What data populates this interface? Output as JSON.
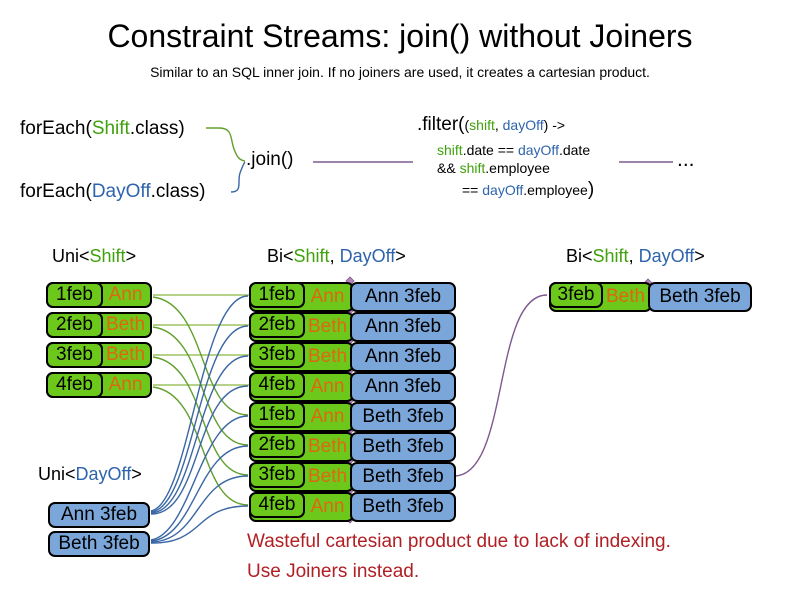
{
  "title": "Constraint Streams: join() without Joiners",
  "subtitle": "Similar to an SQL inner join. If no joiners are used, it creates a cartesian product.",
  "code": {
    "foreach_shift": {
      "pre": "forEach(",
      "type": "Shift",
      "post": ".class)"
    },
    "foreach_dayoff": {
      "pre": "forEach(",
      "type": "DayOff",
      "post": ".class)"
    },
    "join": ".join()",
    "filter": {
      "head": ".filter(",
      "args_open": "(",
      "arg1": "shift",
      "args_sep": ", ",
      "arg2": "dayOff",
      "args_close": ") ->",
      "l2_s1": "shift",
      "l2_s2": ".date == ",
      "l2_s3": "dayOff",
      "l2_s4": ".date",
      "l3_s1": "&& ",
      "l3_s2": "shift",
      "l3_s3": ".employee",
      "l4_s1": "== ",
      "l4_s2": "dayOff",
      "l4_s3": ".employee",
      "l4_close": ")"
    },
    "ellipsis": "..."
  },
  "headers": {
    "uni_shift": {
      "pre": "Uni<",
      "type": "Shift",
      "post": ">"
    },
    "bi_mid": {
      "pre": "Bi<",
      "type1": "Shift",
      "sep": ", ",
      "type2": "DayOff",
      "post": ">"
    },
    "bi_right": {
      "pre": "Bi<",
      "type1": "Shift",
      "sep": ", ",
      "type2": "DayOff",
      "post": ">"
    },
    "uni_dayoff": {
      "pre": "Uni<",
      "type": "DayOff",
      "post": ">"
    }
  },
  "uni_shift_rows": [
    {
      "date": "1feb",
      "employee": "Ann"
    },
    {
      "date": "2feb",
      "employee": "Beth"
    },
    {
      "date": "3feb",
      "employee": "Beth"
    },
    {
      "date": "4feb",
      "employee": "Ann"
    }
  ],
  "uni_dayoff_rows": [
    {
      "label": "Ann 3feb"
    },
    {
      "label": "Beth 3feb"
    }
  ],
  "bi_rows": [
    {
      "date": "1feb",
      "employee": "Ann",
      "dayoff": "Ann 3feb"
    },
    {
      "date": "2feb",
      "employee": "Beth",
      "dayoff": "Ann 3feb"
    },
    {
      "date": "3feb",
      "employee": "Beth",
      "dayoff": "Ann 3feb"
    },
    {
      "date": "4feb",
      "employee": "Ann",
      "dayoff": "Ann 3feb"
    },
    {
      "date": "1feb",
      "employee": "Ann",
      "dayoff": "Beth 3feb"
    },
    {
      "date": "2feb",
      "employee": "Beth",
      "dayoff": "Beth 3feb"
    },
    {
      "date": "3feb",
      "employee": "Beth",
      "dayoff": "Beth 3feb"
    },
    {
      "date": "4feb",
      "employee": "Ann",
      "dayoff": "Beth 3feb"
    }
  ],
  "bi_right_rows": [
    {
      "date": "3feb",
      "employee": "Beth",
      "dayoff": "Beth 3feb"
    }
  ],
  "note": {
    "line1": "Wasteful cartesian product due to lack of indexing.",
    "line2": "Use Joiners instead."
  },
  "colors": {
    "shift_green_fill": "#6cc91c",
    "dayoff_blue_fill": "#7ba6d9",
    "employee_orange_text": "#e0660f",
    "shift_green_text": "#3fa10c",
    "dayoff_blue_text": "#2e64ad",
    "note_red": "#b01f24",
    "join_purple": "#7e5a8f",
    "line_green": "#61a02e",
    "line_green_light": "#9dc362",
    "line_blue": "#3a67a4",
    "diamond_purple": "#b585b5"
  }
}
